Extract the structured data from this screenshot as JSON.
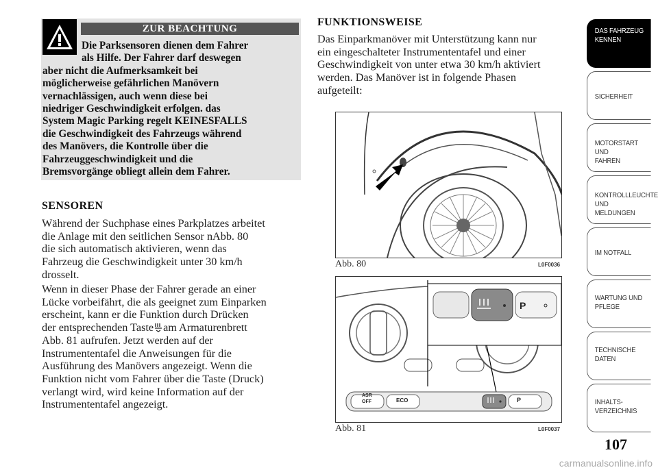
{
  "warning": {
    "heading": "ZUR BEACHTUNG",
    "lines": [
      "Die Parksensoren dienen dem Fahrer",
      "als Hilfe. Der Fahrer darf deswegen",
      "aber nicht die Aufmerksamkeit bei",
      "möglicherweise gefährlichen Manövern",
      "vernachlässigen, auch wenn diese bei",
      "niedriger Geschwindigkeit erfolgen. das",
      "System Magic Parking regelt KEINESFALLS",
      "die Geschwindigkeit des Fahrzeugs während",
      "des Manövers, die Kontrolle über die",
      "Fahrzeuggeschwindigkeit und die",
      "Bremsvorgänge obliegt allein dem Fahrer."
    ]
  },
  "sensoren": {
    "heading": "SENSOREN",
    "para1": [
      "Während der Suchphase eines Parkplatzes arbeitet",
      "die Anlage mit den seitlichen Sensor nAbb. 80",
      "die sich automatisch aktivieren, wenn das",
      "Fahrzeug die Geschwindigkeit unter 30 km/h",
      "drosselt."
    ],
    "para2": [
      "Wenn in dieser Phase der Fahrer gerade an einer",
      "Lücke vorbeifährt, die als geeignet zum Einparken",
      "erscheint, kann er die Funktion durch Drücken",
      "der entsprechenden Taste",
      "am Armaturenbrett",
      "Abb. 81 aufrufen. Jetzt werden auf der",
      "Instrumententafel die Anweisungen für die",
      "Ausführung des Manövers angezeigt. Wenn die",
      "Funktion nicht vom Fahrer über die Taste (Druck)",
      "verlangt wird, wird keine Information auf der",
      "Instrumententafel angezeigt."
    ]
  },
  "funktionsweise": {
    "heading": "FUNKTIONSWEISE",
    "lines": [
      "Das Einparkmanöver mit Unterstützung kann nur",
      "ein eingeschalteter Instrumententafel und einer",
      "Geschwindigkeit von unter etwa 30 km/h aktiviert",
      "werden. Das Manöver ist in folgende Phasen",
      "aufgeteilt:"
    ]
  },
  "fig80": {
    "caption": "Abb. 80",
    "code": "L0F0036"
  },
  "fig81": {
    "caption": "Abb. 81",
    "code": "L0F0037",
    "btn_asr": "ASR",
    "btn_off": "OFF",
    "btn_eco": "ECO",
    "btn_p": "P"
  },
  "sidebar": [
    {
      "label1": "DAS FAHRZEUG",
      "label2": "KENNEN",
      "active": true
    },
    {
      "label1": "SICHERHEIT",
      "label2": ""
    },
    {
      "label1": "MOTORSTART UND",
      "label2": "FAHREN"
    },
    {
      "label1": "KONTROLLLEUCHTEN",
      "label2": "UND MELDUNGEN"
    },
    {
      "label1": "IM NOTFALL",
      "label2": ""
    },
    {
      "label1": "WARTUNG UND",
      "label2": "PFLEGE"
    },
    {
      "label1": "TECHNISCHE",
      "label2": "DATEN"
    },
    {
      "label1": "INHALTS-",
      "label2": "VERZEICHNIS"
    }
  ],
  "page_number": "107",
  "footer": "carmanualsonline.info"
}
